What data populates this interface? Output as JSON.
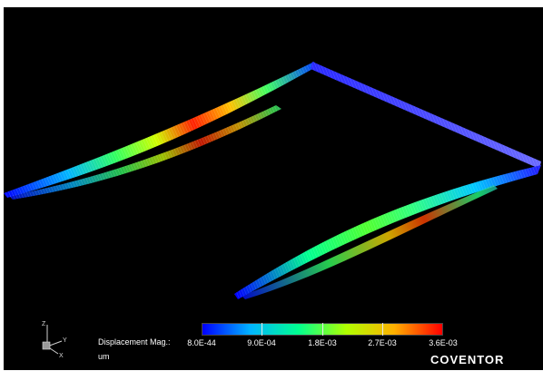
{
  "scene": {
    "background": "#000000",
    "structure": "deformed frame with two cantilever beams colored by displacement magnitude"
  },
  "axes_triad": {
    "labels": [
      "Z",
      "Y",
      "X"
    ]
  },
  "legend": {
    "title": "Displacement Mag.:",
    "unit": "um",
    "ticks": [
      "8.0E-44",
      "9.0E-04",
      "1.8E-03",
      "2.7E-03",
      "3.6E-03"
    ],
    "colors": [
      "#0000ff",
      "#00b4ff",
      "#00ff90",
      "#b0ff00",
      "#ffb000",
      "#ff0000"
    ]
  },
  "brand": {
    "name": "COVENTOR"
  }
}
